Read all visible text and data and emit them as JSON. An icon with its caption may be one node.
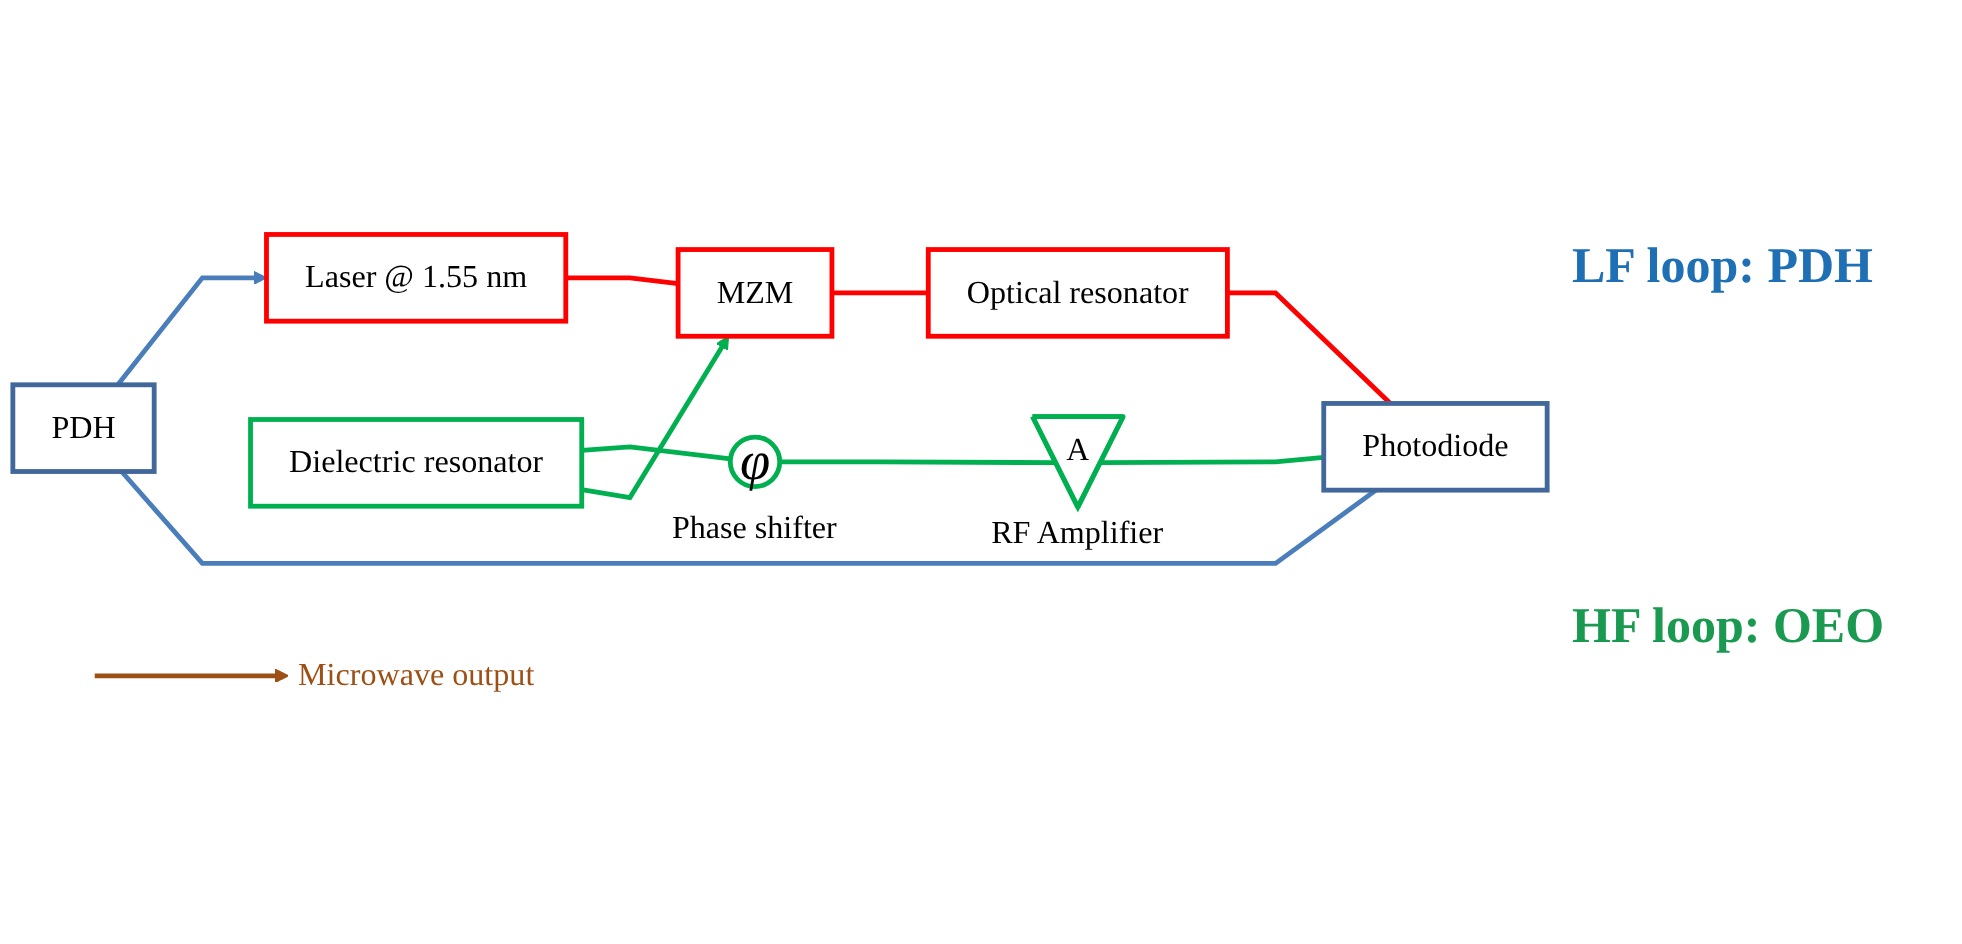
{
  "diagram": {
    "nodes": [
      {
        "text": [
          "PDH"
        ]
      },
      {
        "text": [
          "Laser @ 1.55 nm"
        ]
      },
      {
        "text": [
          "MZM"
        ]
      },
      {
        "text": [
          "Optical resonator"
        ]
      },
      {
        "text": [
          "Photodiode"
        ]
      },
      {
        "text": [
          "A"
        ],
        "beside": [
          "RF Amplifier"
        ]
      },
      {
        "text": [
          "Dielectric resonator"
        ]
      },
      {
        "text": [
          "φ"
        ],
        "beside": [
          "Phase shifter"
        ]
      },
      {
        "text": [
          "Microwave output"
        ]
      }
    ],
    "edges": [
      {
        "from": 0,
        "to": 1,
        "arrow": "to",
        "color": "#4a7ebb"
      },
      {
        "from": 1,
        "to": 2,
        "arrow": "none",
        "color": "#ff0000"
      },
      {
        "from": 2,
        "to": 3,
        "arrow": "none",
        "color": "#ff0000"
      },
      {
        "from": 3,
        "to": 4,
        "arrow": "none",
        "color": "#ff0000"
      },
      {
        "from": 0,
        "to": 4,
        "arrow": "none",
        "color": "#4a7ebb"
      },
      {
        "from": 5,
        "to": 4,
        "arrow": "none"
      },
      {
        "from": 7,
        "to": 5,
        "arrow": "none"
      },
      {
        "from": 6,
        "to": 7,
        "arrow": "none"
      },
      {
        "from": 6,
        "to": 2,
        "arrow": "to"
      },
      {
        "from": null,
        "to": 8,
        "arrow": "to",
        "color": "#9c5015"
      }
    ],
    "labels": [
      "LF loop: PDH",
      "HF loop: OEO"
    ]
  }
}
